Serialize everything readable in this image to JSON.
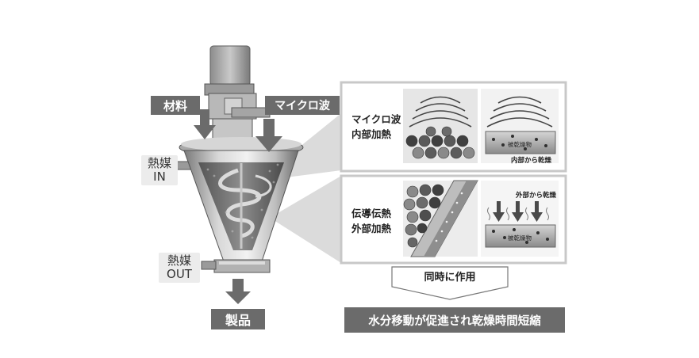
{
  "machine": {
    "input_material": "材料",
    "microwave": "マイクロ波",
    "heat_medium_in": [
      "熱媒",
      "IN"
    ],
    "heat_medium_out": [
      "熱媒",
      "OUT"
    ],
    "product": "製品"
  },
  "panel_microwave": {
    "title": [
      "マイクロ波",
      "内部加熱"
    ],
    "material_label": "被乾燥物",
    "caption": "内部から乾燥"
  },
  "panel_conduction": {
    "title": [
      "伝導伝熱",
      "外部加熱"
    ],
    "caption": "外部から乾燥",
    "material_label": "被乾燥物"
  },
  "simultaneous": "同時に作用",
  "result": "水分移動が促進され乾燥時間短縮"
}
